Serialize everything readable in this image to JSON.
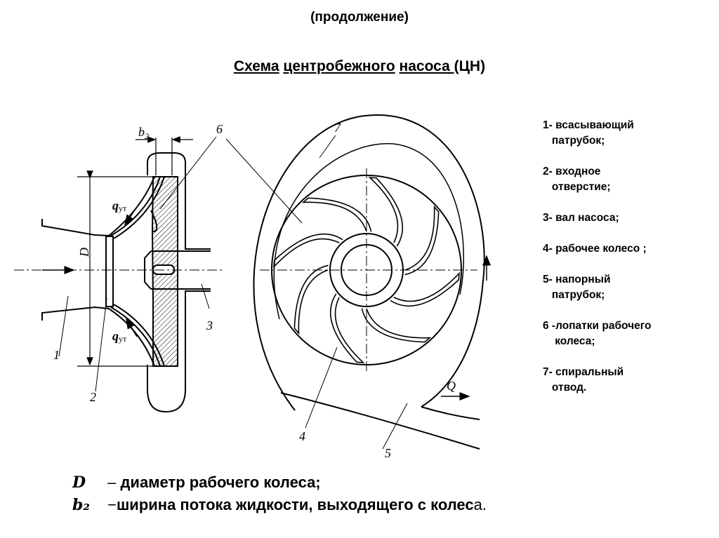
{
  "slide": {
    "subtitle": "(продолжение)",
    "title_parts": [
      "Схема",
      "центробежного",
      "насоса ",
      "(ЦН)"
    ]
  },
  "legend": [
    "1- всасывающий\n   патрубок;",
    "2- входное\n   отверстие;",
    "3- вал насоса;",
    "4- рабочее колесо ;",
    "5- напорный\n   патрубок;",
    "6 -лопатки рабочего\n    колеса;",
    "7- спиральный\n   отвод."
  ],
  "diagram": {
    "labels": {
      "n1": "1",
      "n2": "2",
      "n3": "3",
      "n4": "4",
      "n5": "5",
      "n6": "6",
      "n7": "7",
      "b2": "b",
      "b2_sub": "2",
      "D": "D",
      "q": "q",
      "q_sub": "ут",
      "Q": "Q"
    }
  },
  "definitions": [
    {
      "symbol": "D",
      "dash": " – ",
      "text": "диаметр рабочего колеса;"
    },
    {
      "symbol": "b₂",
      "dash": " −",
      "text": "ширина потока жидкости, выходящего с колес",
      "text_tail": "а."
    }
  ]
}
